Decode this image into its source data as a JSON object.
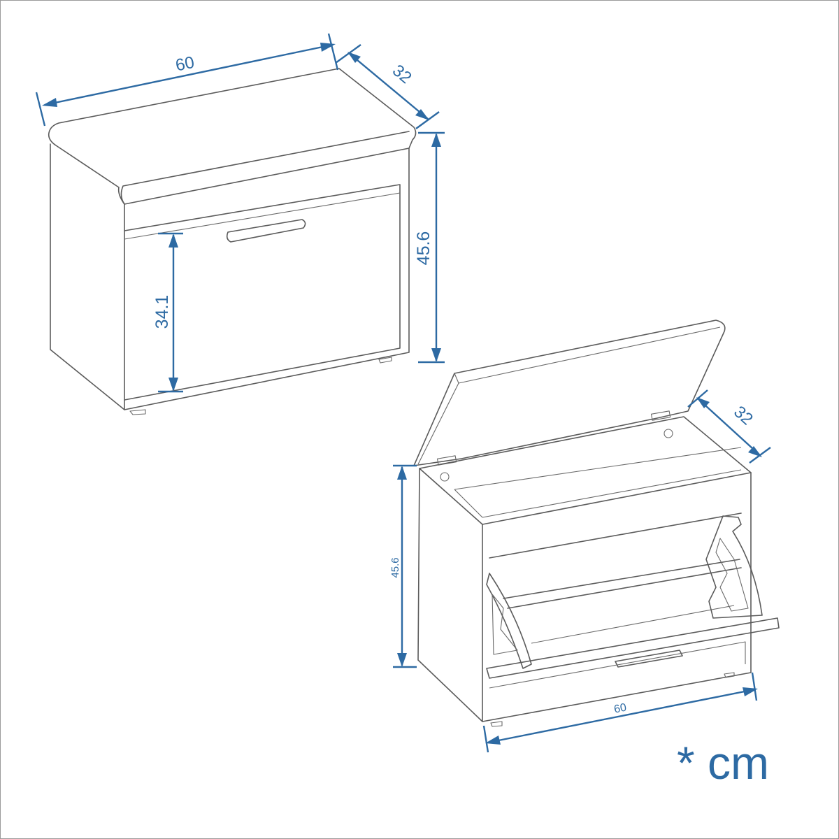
{
  "closed_view": {
    "width": "60",
    "depth": "32",
    "height": "45.6",
    "door_height": "34.1"
  },
  "open_view": {
    "width": "60",
    "depth": "32",
    "height": "45.6"
  },
  "unit_label": "* cm",
  "colors": {
    "dimension": "#2d6aa3",
    "outline": "#5b5b5b",
    "border": "#9a9a9a"
  }
}
